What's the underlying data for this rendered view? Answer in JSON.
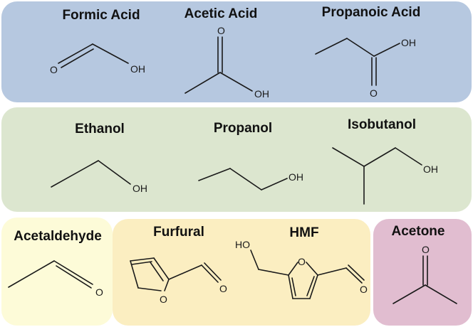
{
  "groups": {
    "acids": {
      "formic": {
        "name": "Formic Acid",
        "o": "O",
        "oh": "OH"
      },
      "acetic": {
        "name": "Acetic Acid",
        "o": "O",
        "oh": "OH"
      },
      "propanoic": {
        "name": "Propanoic Acid",
        "o": "O",
        "oh": "OH"
      }
    },
    "alcohols": {
      "ethanol": {
        "name": "Ethanol",
        "oh": "OH"
      },
      "propanol": {
        "name": "Propanol",
        "oh": "OH"
      },
      "isobutanol": {
        "name": "Isobutanol",
        "oh": "OH"
      }
    },
    "aldehydes": {
      "acetaldehyde": {
        "name": "Acetaldehyde",
        "o": "O"
      }
    },
    "furans": {
      "furfural": {
        "name": "Furfural",
        "ring_o": "O",
        "o": "O"
      },
      "hmf": {
        "name": "HMF",
        "ring_o": "O",
        "o": "O",
        "ho": "HO"
      }
    },
    "ketones": {
      "acetone": {
        "name": "Acetone",
        "o": "O"
      }
    }
  },
  "colors": {
    "acids": "#b6c8e0",
    "alcohols": "#dce6cf",
    "aldehydes": "#fdfbd8",
    "furans": "#fbeec1",
    "ketones": "#e1bdd0"
  }
}
